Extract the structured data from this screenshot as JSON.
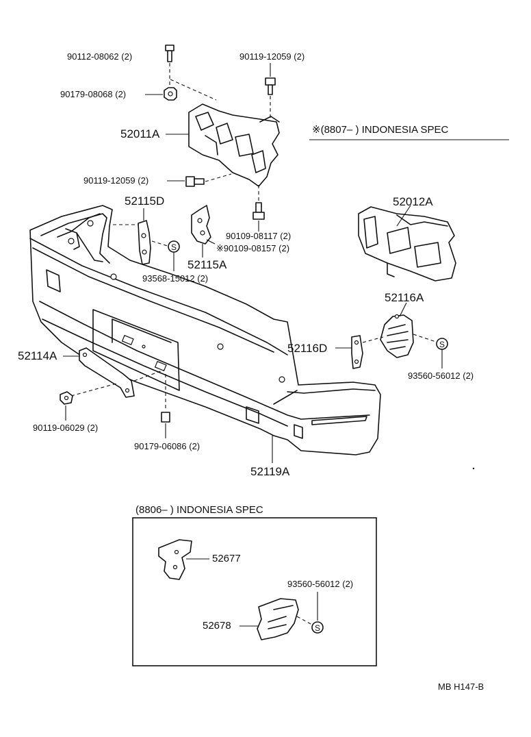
{
  "parts": {
    "p90112_08062": "90112-08062 (2)",
    "p90119_12059_top": "90119-12059 (2)",
    "p90179_08068": "90179-08068 (2)",
    "p52011A": "52011A",
    "p90119_12059_mid": "90119-12059 (2)",
    "p52115D": "52115D",
    "p90109_08117": "90109-08117 (2)",
    "p90109_08157": "※90109-08157 (2)",
    "p52115A": "52115A",
    "p93568_15012": "93568-15012 (2)",
    "p52012A": "52012A",
    "p52116A": "52116A",
    "p52116D": "52116D",
    "p93560_56012_right": "93560-56012 (2)",
    "p52114A": "52114A",
    "p90119_06029": "90119-06029 (2)",
    "p90179_06086": "90179-06086 (2)",
    "p52119A": "52119A",
    "p52677": "52677",
    "p52678": "52678",
    "p93560_56012_box": "93560-56012 (2)"
  },
  "notes": {
    "spec_8807": "※(8807–        ) INDONESIA SPEC",
    "spec_8806": "(8806–        ) INDONESIA SPEC",
    "figure_code": "MB  H147-B"
  },
  "symbols": {
    "seal_letter": "S"
  }
}
